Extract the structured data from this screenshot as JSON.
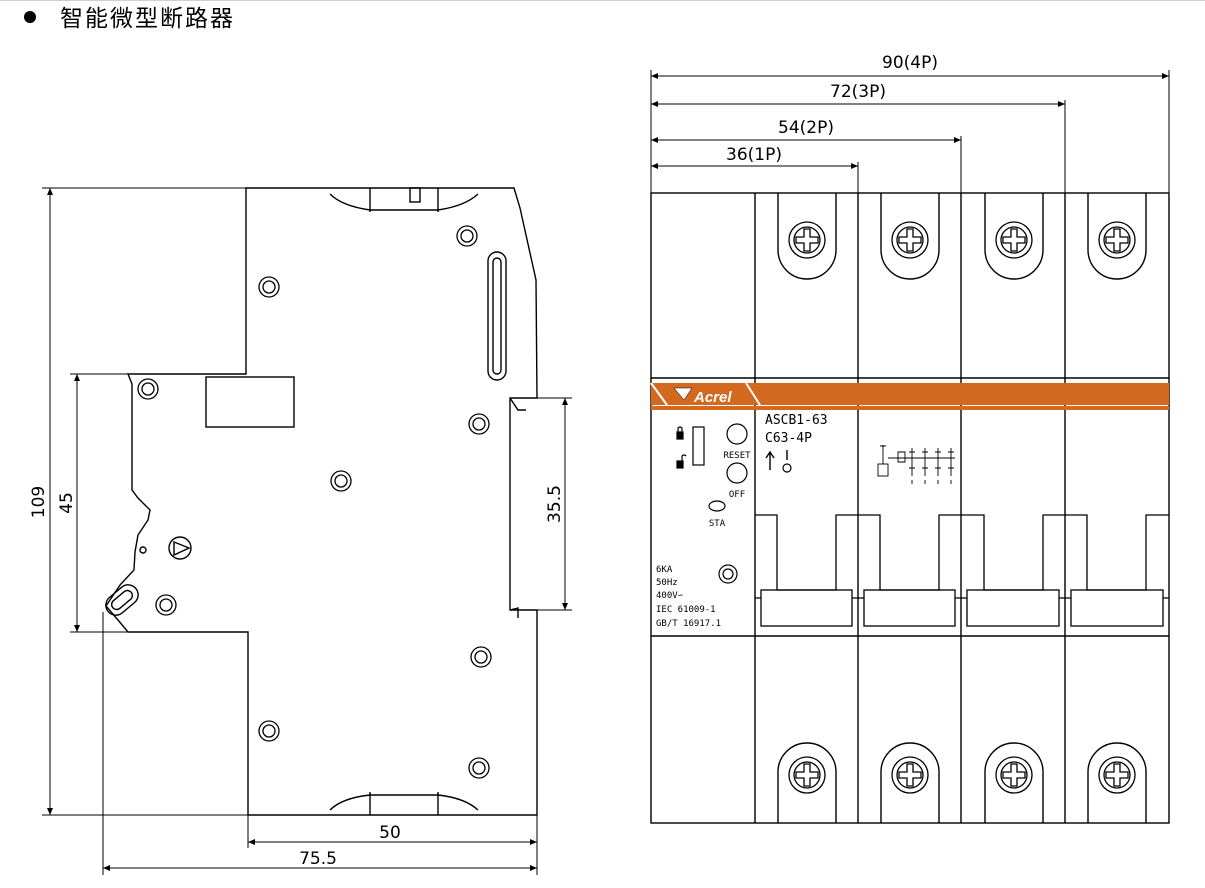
{
  "header": {
    "title": "智能微型断路器"
  },
  "side_view": {
    "dims": {
      "height": "109",
      "upper": "45",
      "rail": "35.5",
      "depth_front": "50",
      "depth_total": "75.5"
    }
  },
  "front_view": {
    "dims": {
      "w4p": "90(4P)",
      "w3p": "72(3P)",
      "w2p": "54(2P)",
      "w1p": "36(1P)"
    },
    "brand": "Acrel",
    "model1": "ASCB1-63",
    "model2": "C63-4P",
    "reset_label": "RESET",
    "off_label": "OFF",
    "sta_label": "STA",
    "spec_lines": [
      "6KA",
      "50Hz",
      "400V∽",
      "IEC 61009-1",
      "GB/T 16917.1"
    ],
    "colors": {
      "band": "#d2691e",
      "line": "#000000"
    }
  }
}
